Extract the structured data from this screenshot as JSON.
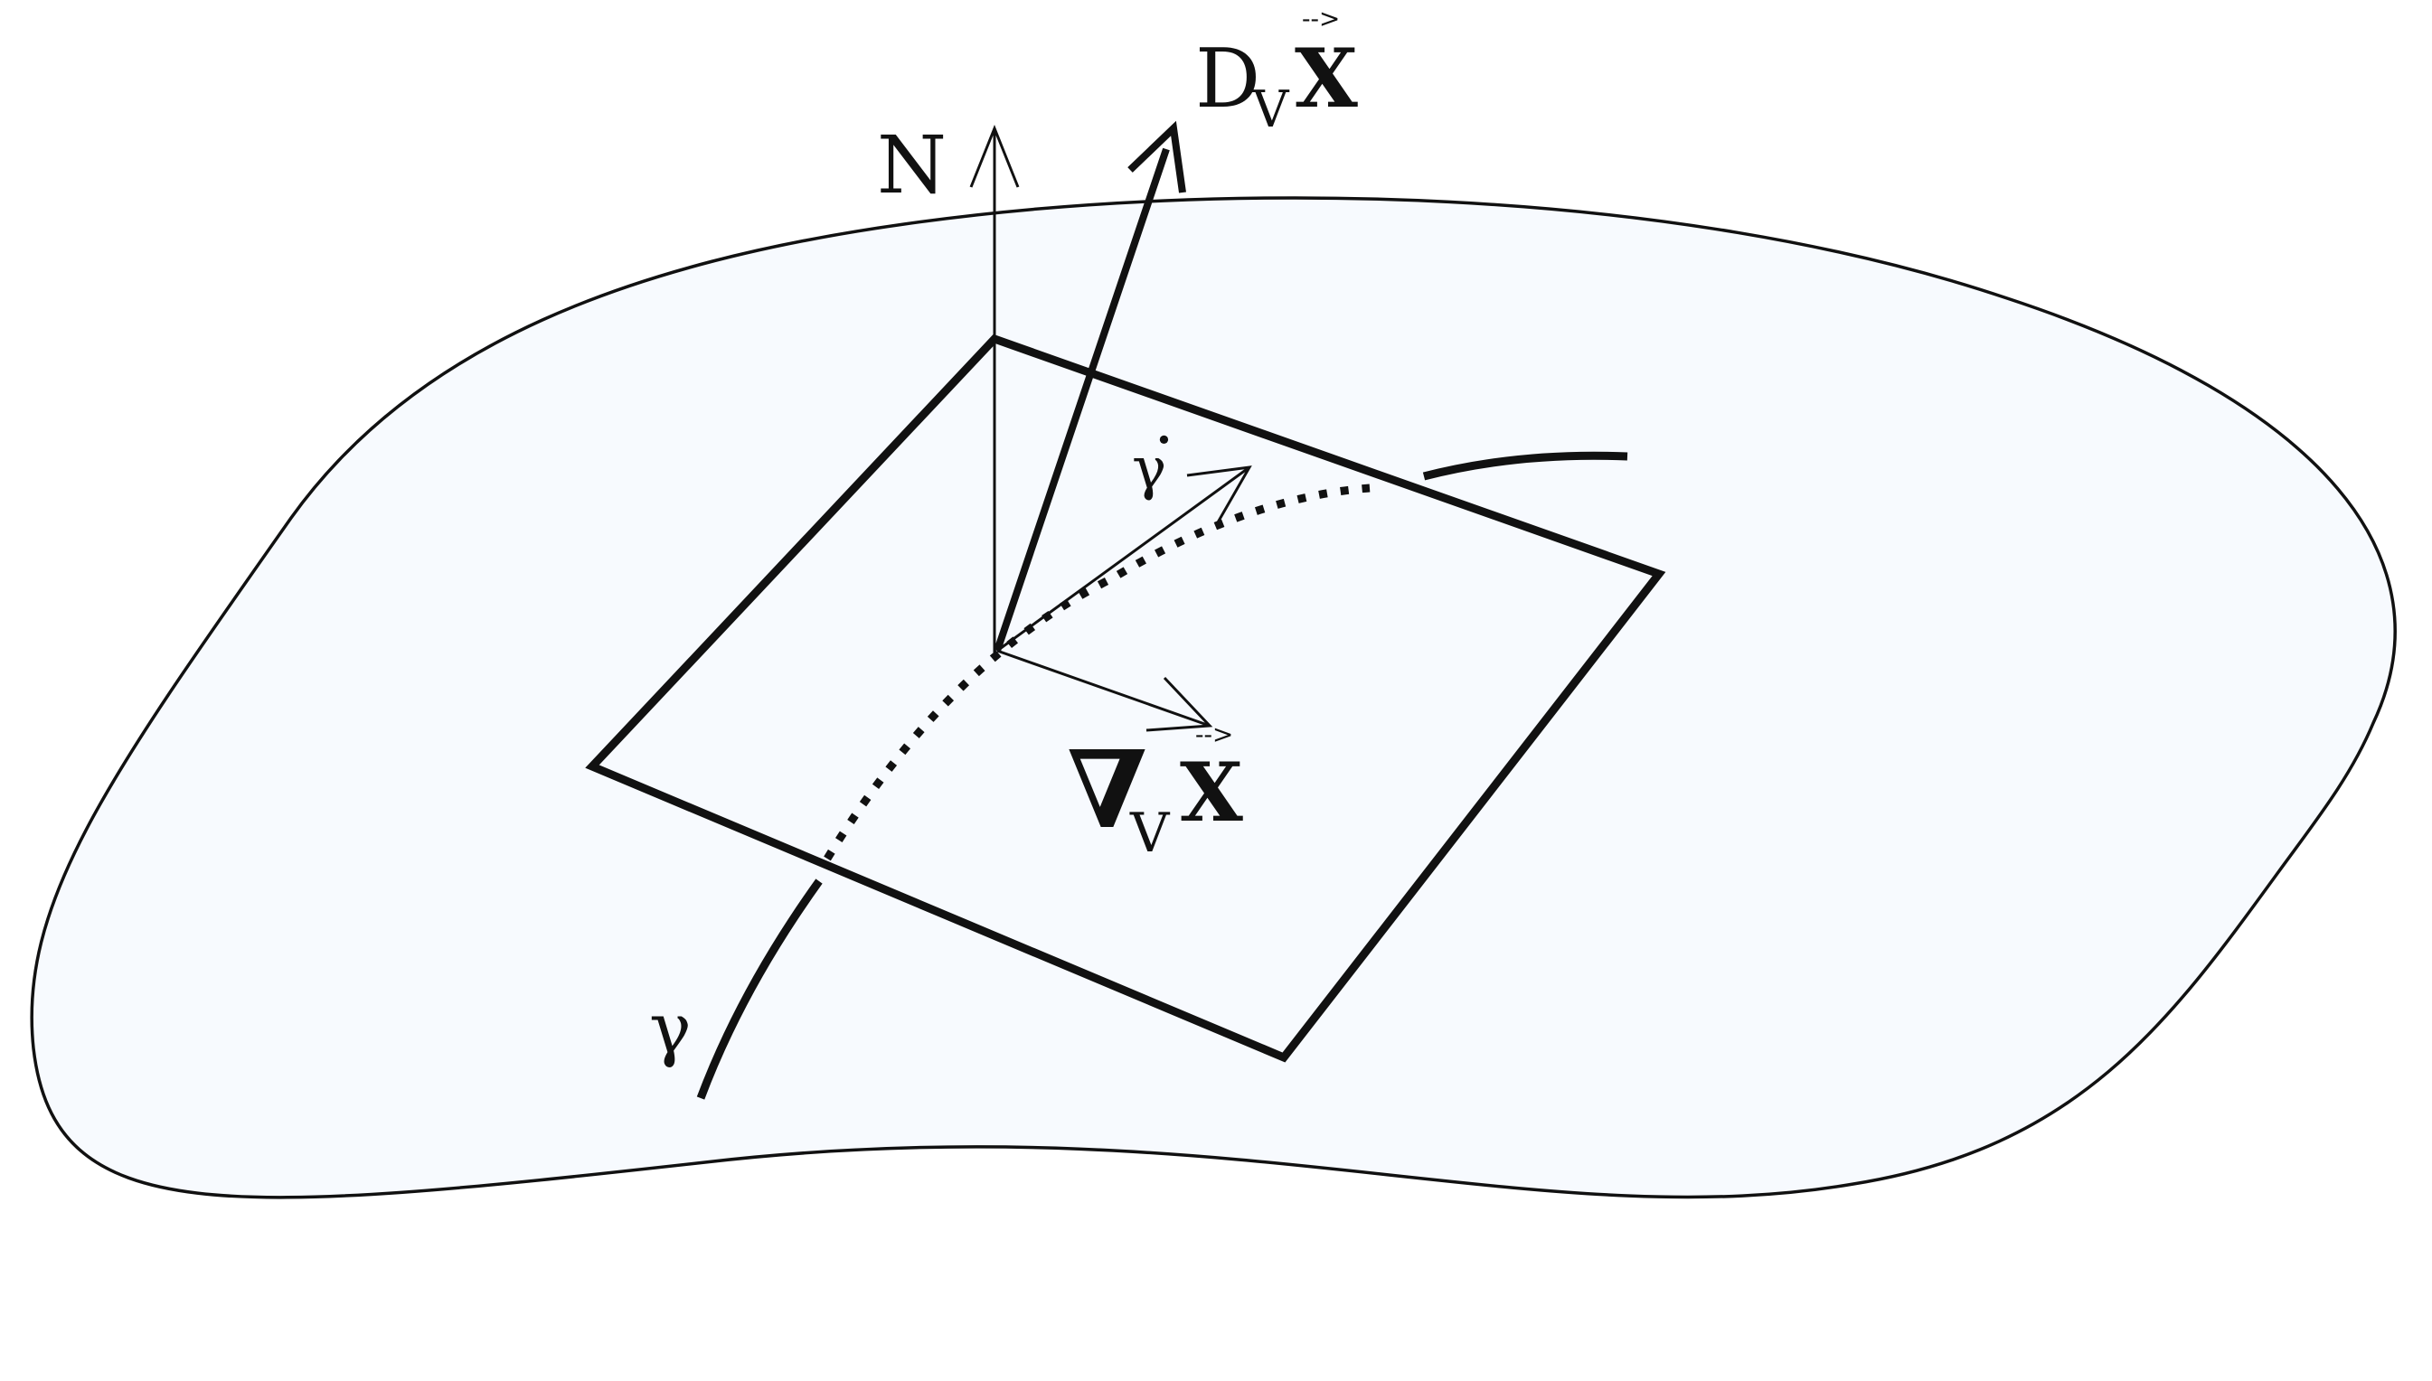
{
  "labels": {
    "normal": "N",
    "ambient_derivative": "D",
    "ambient_sub": "V",
    "vector_field": "X",
    "vector_accent": "-->",
    "gamma_dot": "γ",
    "gamma_dot_accent": "•",
    "nabla": "∇",
    "nabla_sub": "V",
    "covariant_field": "X",
    "covariant_accent": "-->",
    "curve": "γ"
  },
  "colors": {
    "surface_fill": "#f7fafe",
    "stroke": "#111111"
  }
}
